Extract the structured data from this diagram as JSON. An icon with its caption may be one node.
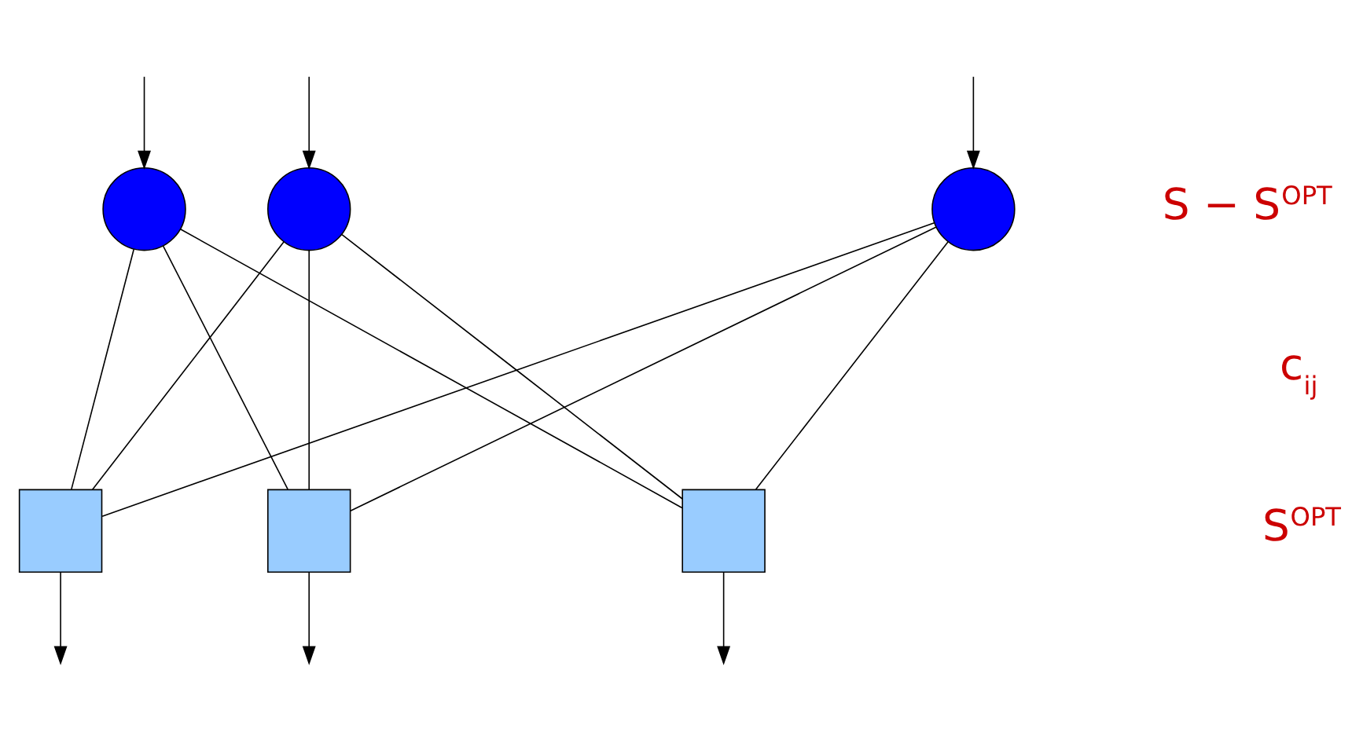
{
  "diagram": {
    "nodes": [
      {
        "text": [],
        "shape": "circle"
      },
      {
        "text": [],
        "shape": "circle"
      },
      {
        "text": [],
        "shape": "circle"
      },
      {
        "text": [],
        "shape": "box"
      },
      {
        "text": [],
        "shape": "box"
      },
      {
        "text": [],
        "shape": "box"
      }
    ],
    "edges": [
      {
        "from": null,
        "to": 0,
        "arrow": "to"
      },
      {
        "from": null,
        "to": 1,
        "arrow": "to"
      },
      {
        "from": null,
        "to": 2,
        "arrow": "to"
      },
      {
        "from": 0,
        "to": 3,
        "arrow": "none"
      },
      {
        "from": 0,
        "to": 4,
        "arrow": "none"
      },
      {
        "from": 0,
        "to": 5,
        "arrow": "none"
      },
      {
        "from": 1,
        "to": 3,
        "arrow": "none"
      },
      {
        "from": 1,
        "to": 4,
        "arrow": "none"
      },
      {
        "from": 1,
        "to": 5,
        "arrow": "none"
      },
      {
        "from": 2,
        "to": 3,
        "arrow": "none"
      },
      {
        "from": 2,
        "to": 4,
        "arrow": "none"
      },
      {
        "from": 2,
        "to": 5,
        "arrow": "none"
      },
      {
        "from": 3,
        "to": null,
        "arrow": "to"
      },
      {
        "from": 4,
        "to": null,
        "arrow": "to"
      },
      {
        "from": 5,
        "to": null,
        "arrow": "to"
      }
    ],
    "labels": [
      "S − S$^{OPT}$",
      "c$_{ij}$",
      "S$^{OPT}$"
    ]
  }
}
